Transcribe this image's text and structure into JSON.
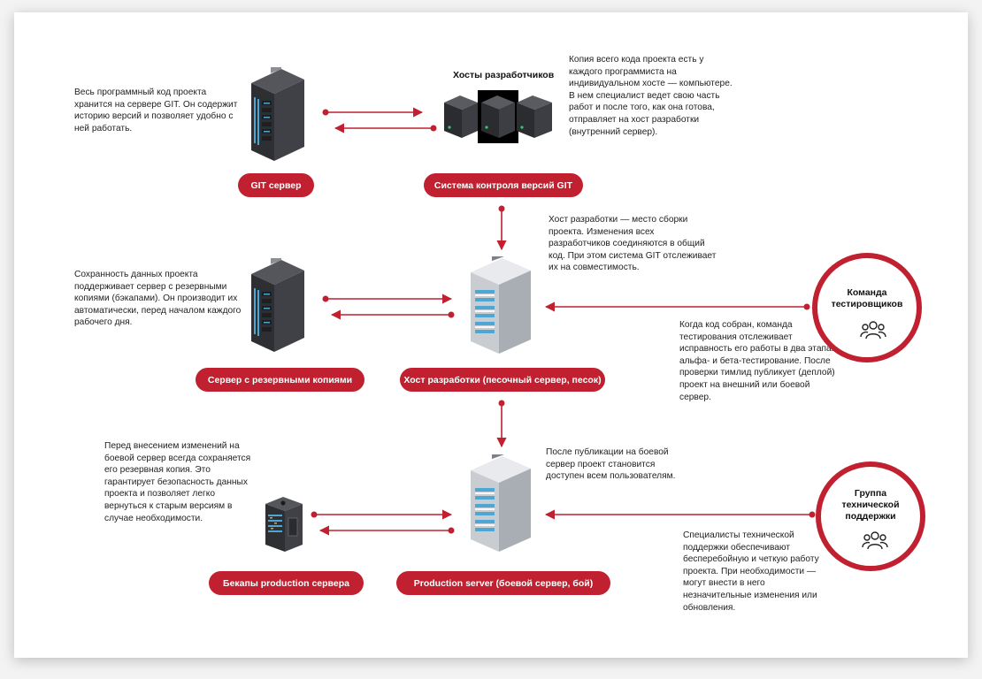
{
  "notes": {
    "git_server": "Весь программный код проекта\nхранится на сервере GIT. Он содержит\nисторию версий и позволяет удобно с\nней работать.",
    "developer_hosts": "Копия всего кода проекта есть у\nкаждого программиста на\nиндивидуальном хосте — компьютере.\nВ нем специалист ведет свою часть\nработ и после того, как она готова,\nотправляет на хост разработки\n(внутренний сервер).",
    "dev_host": "Хост разработки — место сборки\nпроекта. Изменения всех\nразработчиков соединяются в общий\nкод. При этом система GIT отслеживает\nих на совместимость.",
    "backup_server": "Сохранность данных проекта\nподдерживает сервер с резервными\nкопиями (бэкапами). Он производит их\nавтоматически, перед началом каждого\nрабочего дня.",
    "testers": "Когда код собран, команда\nтестирования отслеживает\nисправность его работы в два этапа:\nальфа- и бета-тестирование. После\nпроверки тимлид публикует (деплой)\nпроект на внешний или боевой\nсервер.",
    "production_backup": "Перед внесением изменений на\nбоевой сервер всегда сохраняется\nего резервная копия. Это\nгарантирует безопасность данных\nпроекта и позволяет легко\nвернуться к старым версиям в\nслучае необходимости.",
    "production": "После публикации на боевой\nсервер проект становится\nдоступен всем пользователям.",
    "support": "Специалисты технической\nподдержки обеспечивают\nбесперебойную и четкую работу\nпроекта. При необходимости —\nмогут внести в него\nнезначительные изменения или\nобновления."
  },
  "headings": {
    "developer_hosts": "Хосты разработчиков"
  },
  "labels": {
    "git_server": "GIT сервер",
    "vcs": "Система контроля версий GIT",
    "backup_server": "Сервер с резервными копиями",
    "dev_host": "Хост разработки (песочный сервер, песок)",
    "production_backup": "Бекапы production сервера",
    "production": "Production server (боевой сервер, бой)"
  },
  "circles": {
    "testers": "Команда\nтестировщиков",
    "support": "Группа\nтехнической\nподдержки"
  },
  "icons": {
    "dark_server": "dark-server-rack-icon",
    "light_server": "light-server-rack-icon",
    "desktop_hosts": "desktop-computer-icon",
    "small_backup": "backup-cabinet-icon",
    "people": "people-group-icon"
  },
  "colors": {
    "accent": "#c0202f",
    "text": "#222222",
    "dark_rack": "#3a3b40",
    "light_rack": "#d6d8dc",
    "drive_blue": "#4ea6d3"
  }
}
